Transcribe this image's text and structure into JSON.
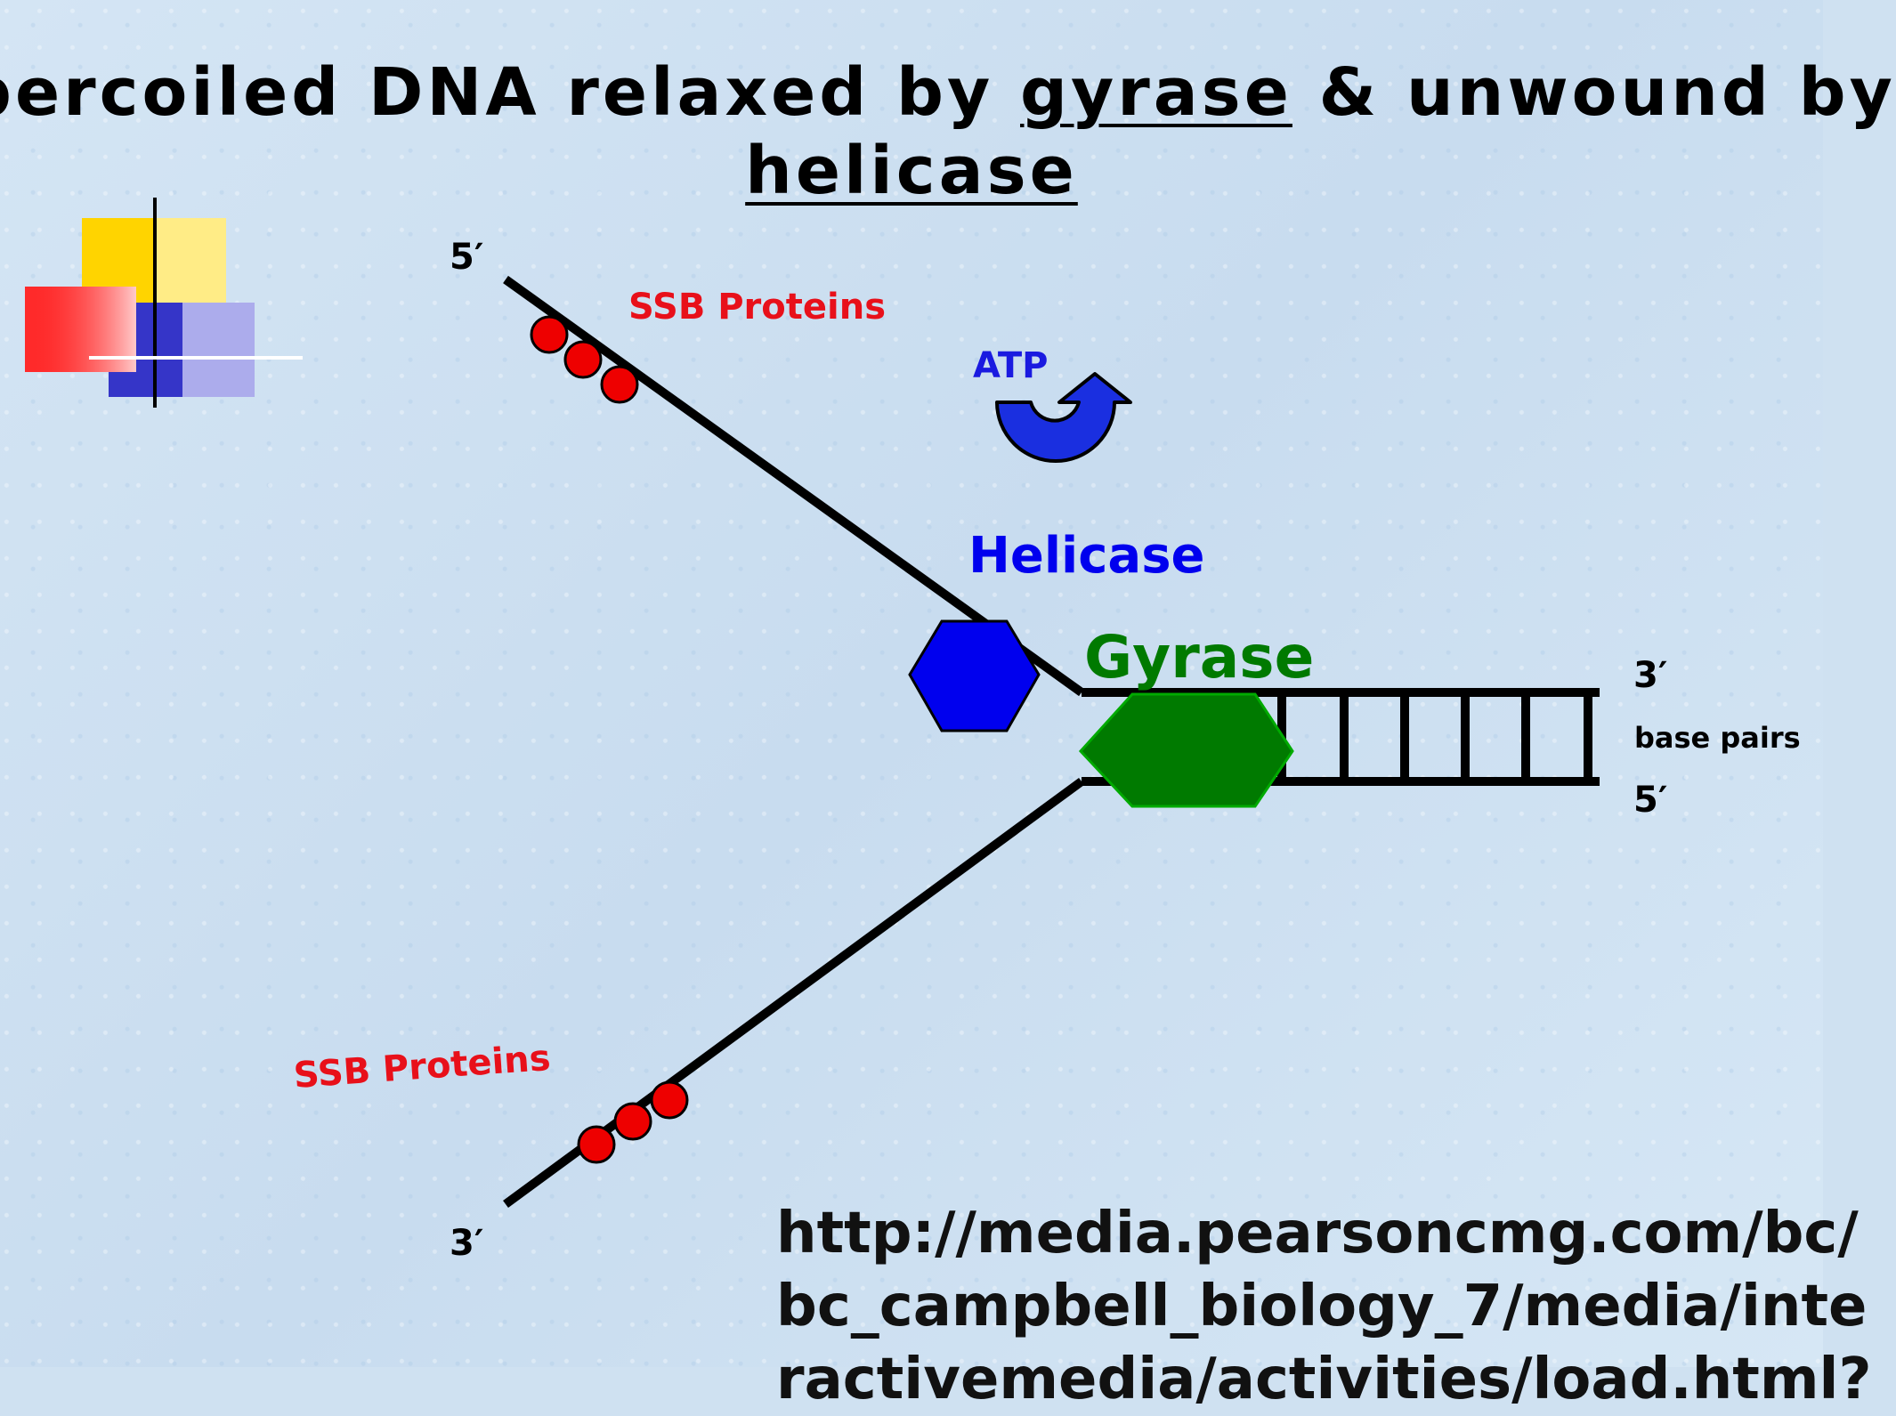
{
  "title": {
    "part1": "percoiled DNA relaxed by ",
    "gyrase": "gyrase",
    "part2": " & unwound by",
    "helicase": "helicase"
  },
  "labels": {
    "top_5prime": "5′",
    "bottom_3prime": "3′",
    "right_3prime": "3′",
    "right_5prime": "5′",
    "base_pairs": "base pairs",
    "ssb_top": "SSB Proteins",
    "ssb_bottom": "SSB Proteins",
    "atp": "ATP",
    "helicase": "Helicase",
    "gyrase": "Gyrase"
  },
  "url": {
    "line1": "http://media.pearsoncmg.com/bc/",
    "line2": "bc_campbell_biology_7/media/inte",
    "line3": "ractivemedia/activities/load.html?"
  },
  "colors": {
    "helicase": "#0000ee",
    "gyrase": "#007a00",
    "ssb": "#e8101a",
    "atp_arrow": "#1a2fe0"
  }
}
